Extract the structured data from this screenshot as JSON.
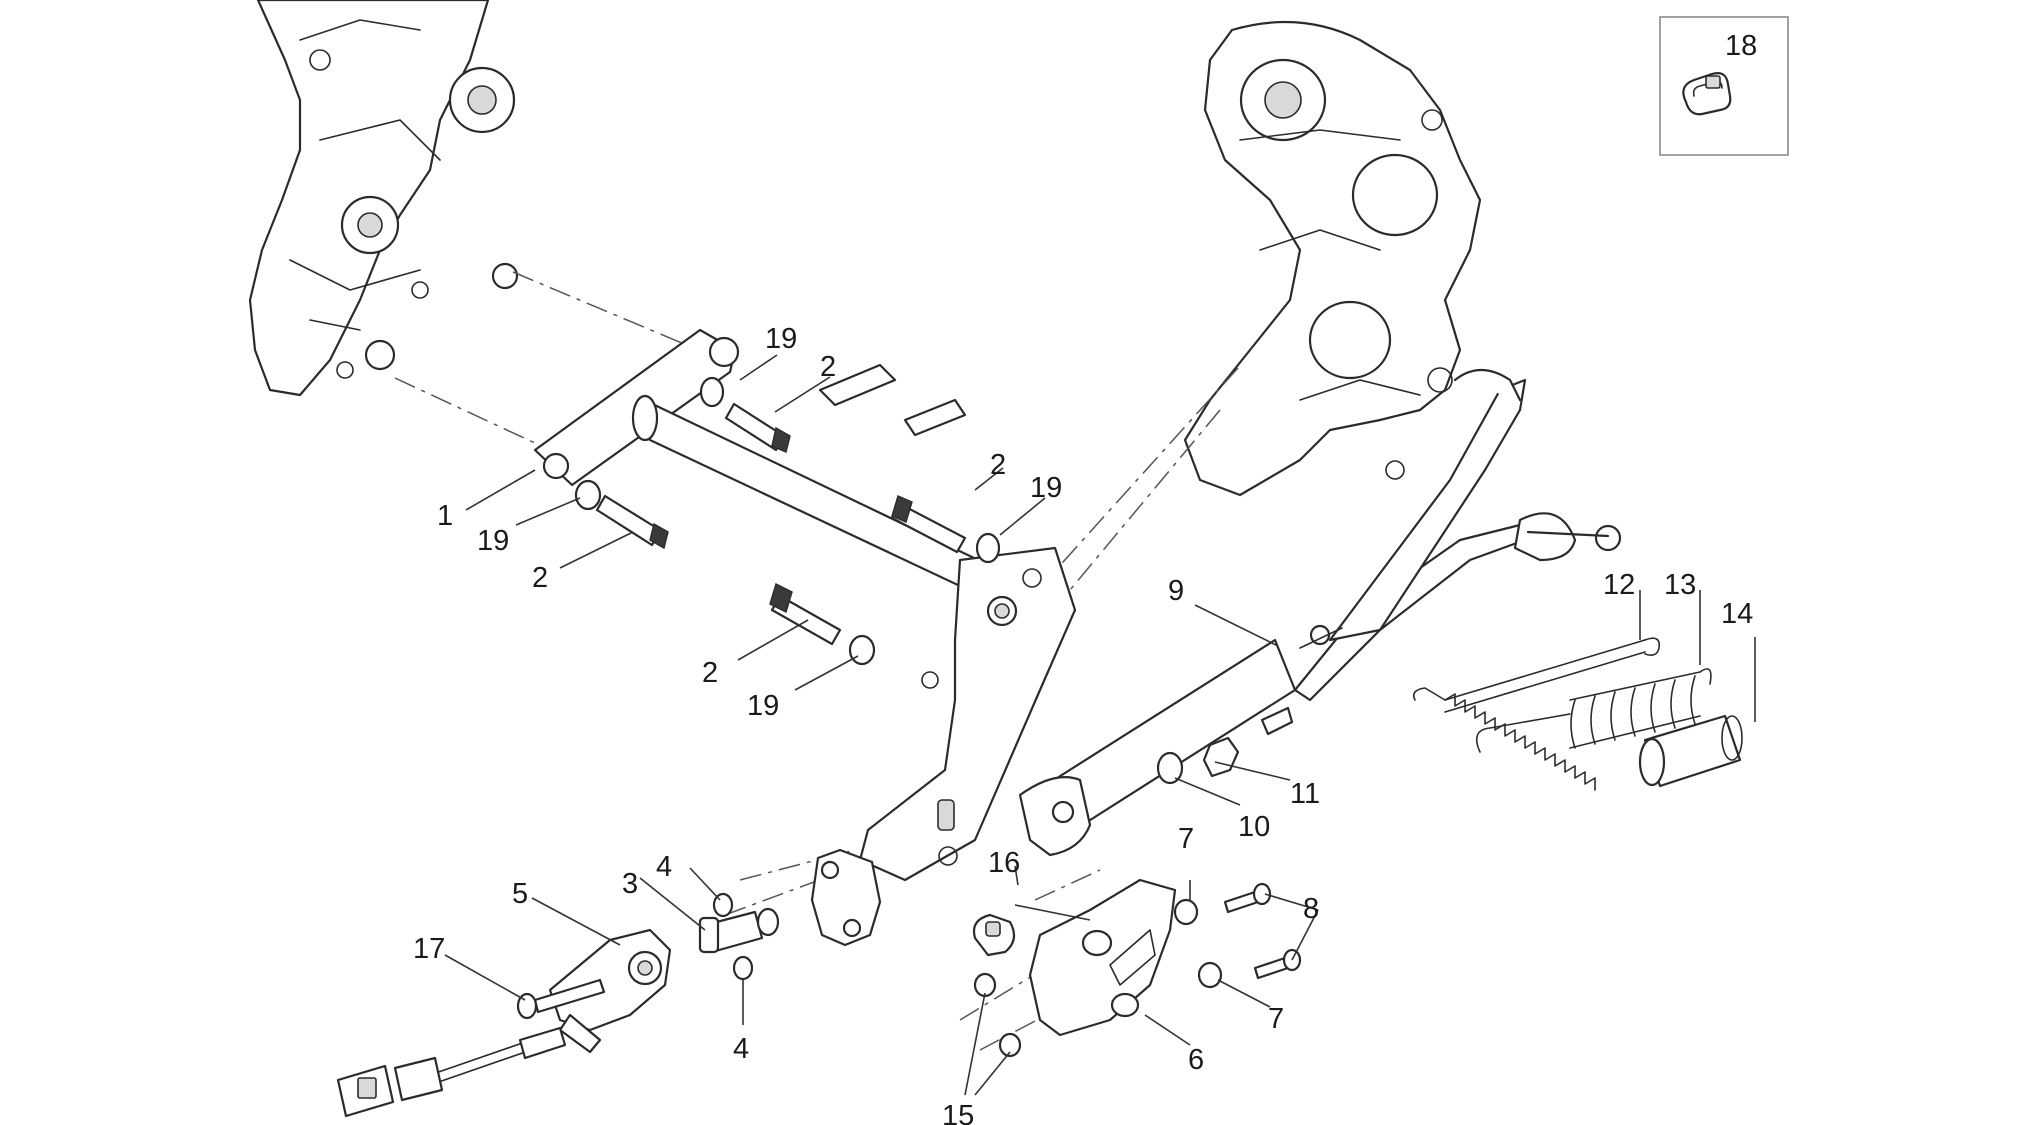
{
  "diagram": {
    "callouts": [
      {
        "id": "c1",
        "label": "1"
      },
      {
        "id": "c2a",
        "label": "2"
      },
      {
        "id": "c2b",
        "label": "2"
      },
      {
        "id": "c2c",
        "label": "2"
      },
      {
        "id": "c2d",
        "label": "2"
      },
      {
        "id": "c3",
        "label": "3"
      },
      {
        "id": "c4a",
        "label": "4"
      },
      {
        "id": "c4b",
        "label": "4"
      },
      {
        "id": "c5",
        "label": "5"
      },
      {
        "id": "c6",
        "label": "6"
      },
      {
        "id": "c7a",
        "label": "7"
      },
      {
        "id": "c7b",
        "label": "7"
      },
      {
        "id": "c8",
        "label": "8"
      },
      {
        "id": "c9",
        "label": "9"
      },
      {
        "id": "c10",
        "label": "10"
      },
      {
        "id": "c11",
        "label": "11"
      },
      {
        "id": "c12",
        "label": "12"
      },
      {
        "id": "c13",
        "label": "13"
      },
      {
        "id": "c14",
        "label": "14"
      },
      {
        "id": "c15",
        "label": "15"
      },
      {
        "id": "c16",
        "label": "16"
      },
      {
        "id": "c17",
        "label": "17"
      },
      {
        "id": "c18",
        "label": "18"
      },
      {
        "id": "c19a",
        "label": "19"
      },
      {
        "id": "c19b",
        "label": "19"
      },
      {
        "id": "c19c",
        "label": "19"
      },
      {
        "id": "c19d",
        "label": "19"
      }
    ]
  }
}
